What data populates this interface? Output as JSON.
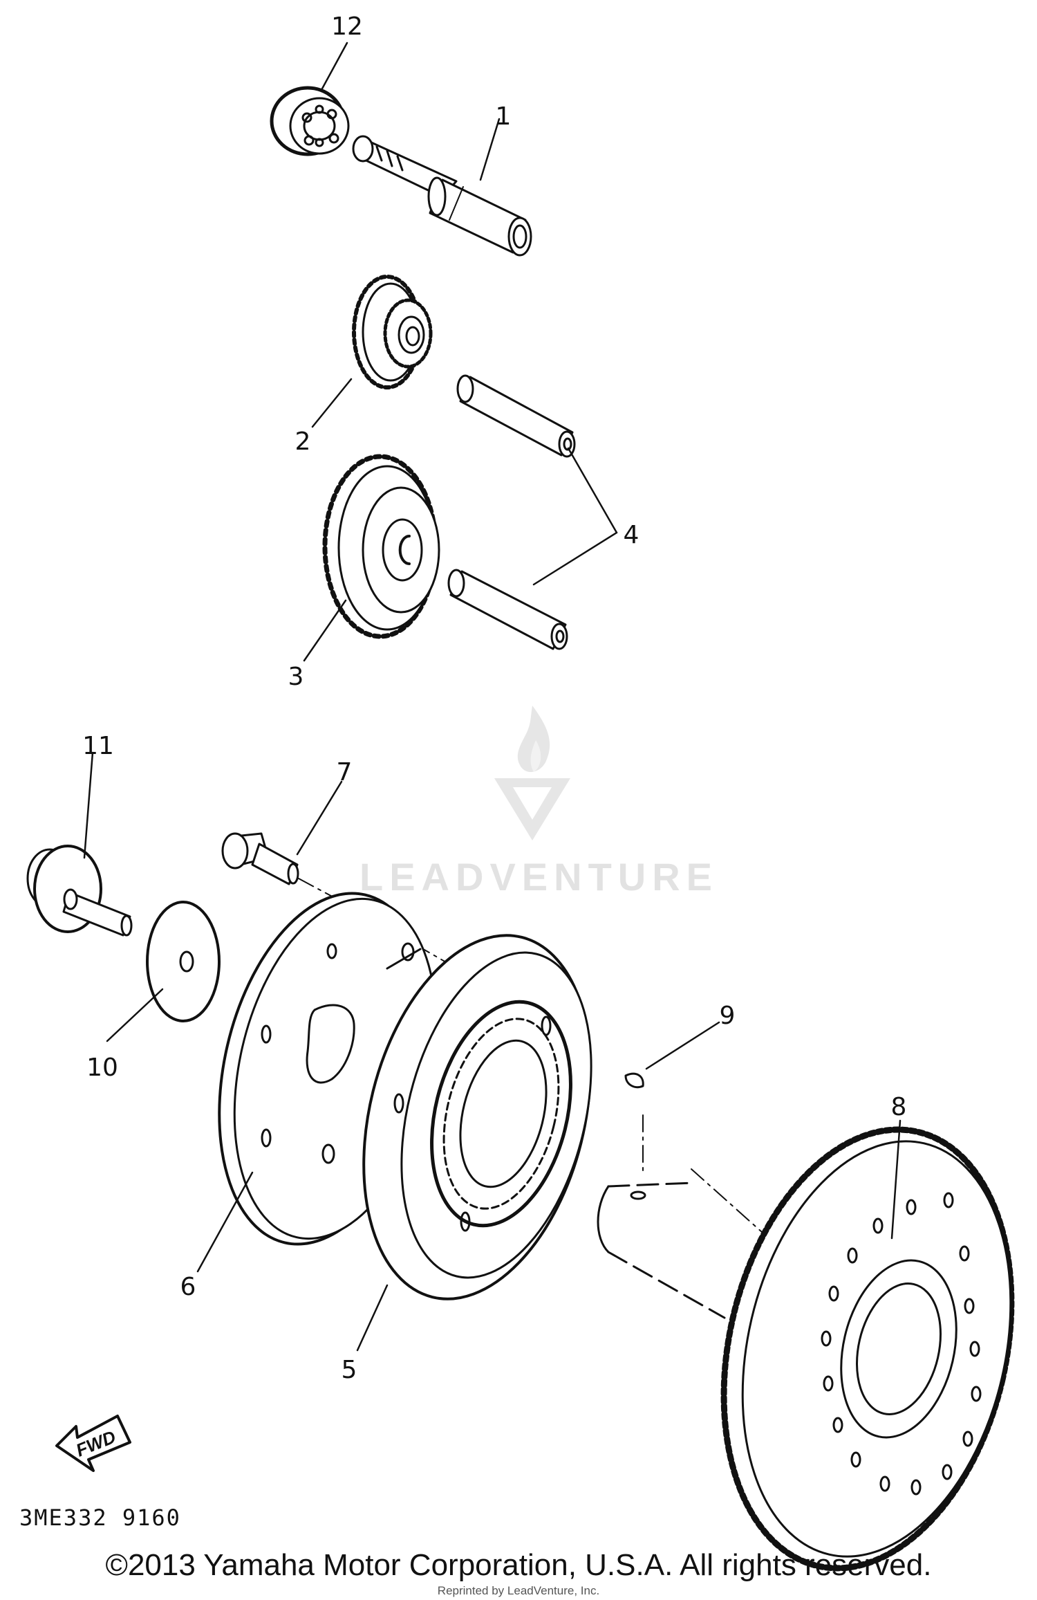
{
  "callouts": {
    "p1": "1",
    "p2": "2",
    "p3": "3",
    "p4": "4",
    "p5": "5",
    "p6": "6",
    "p7": "7",
    "p8": "8",
    "p9": "9",
    "p10": "10",
    "p11": "11",
    "p12": "12"
  },
  "fwd_arrow_label": "FWD",
  "diagram_code": "3ME332 9160",
  "watermark": {
    "text": "LEADVENTURE",
    "color": "#e2e2e2"
  },
  "copyright": "©2013 Yamaha Motor Corporation, U.S.A. All rights reserved.",
  "reprint_notice": "Reprinted by LeadVenture, Inc.",
  "line_color": "#111111"
}
